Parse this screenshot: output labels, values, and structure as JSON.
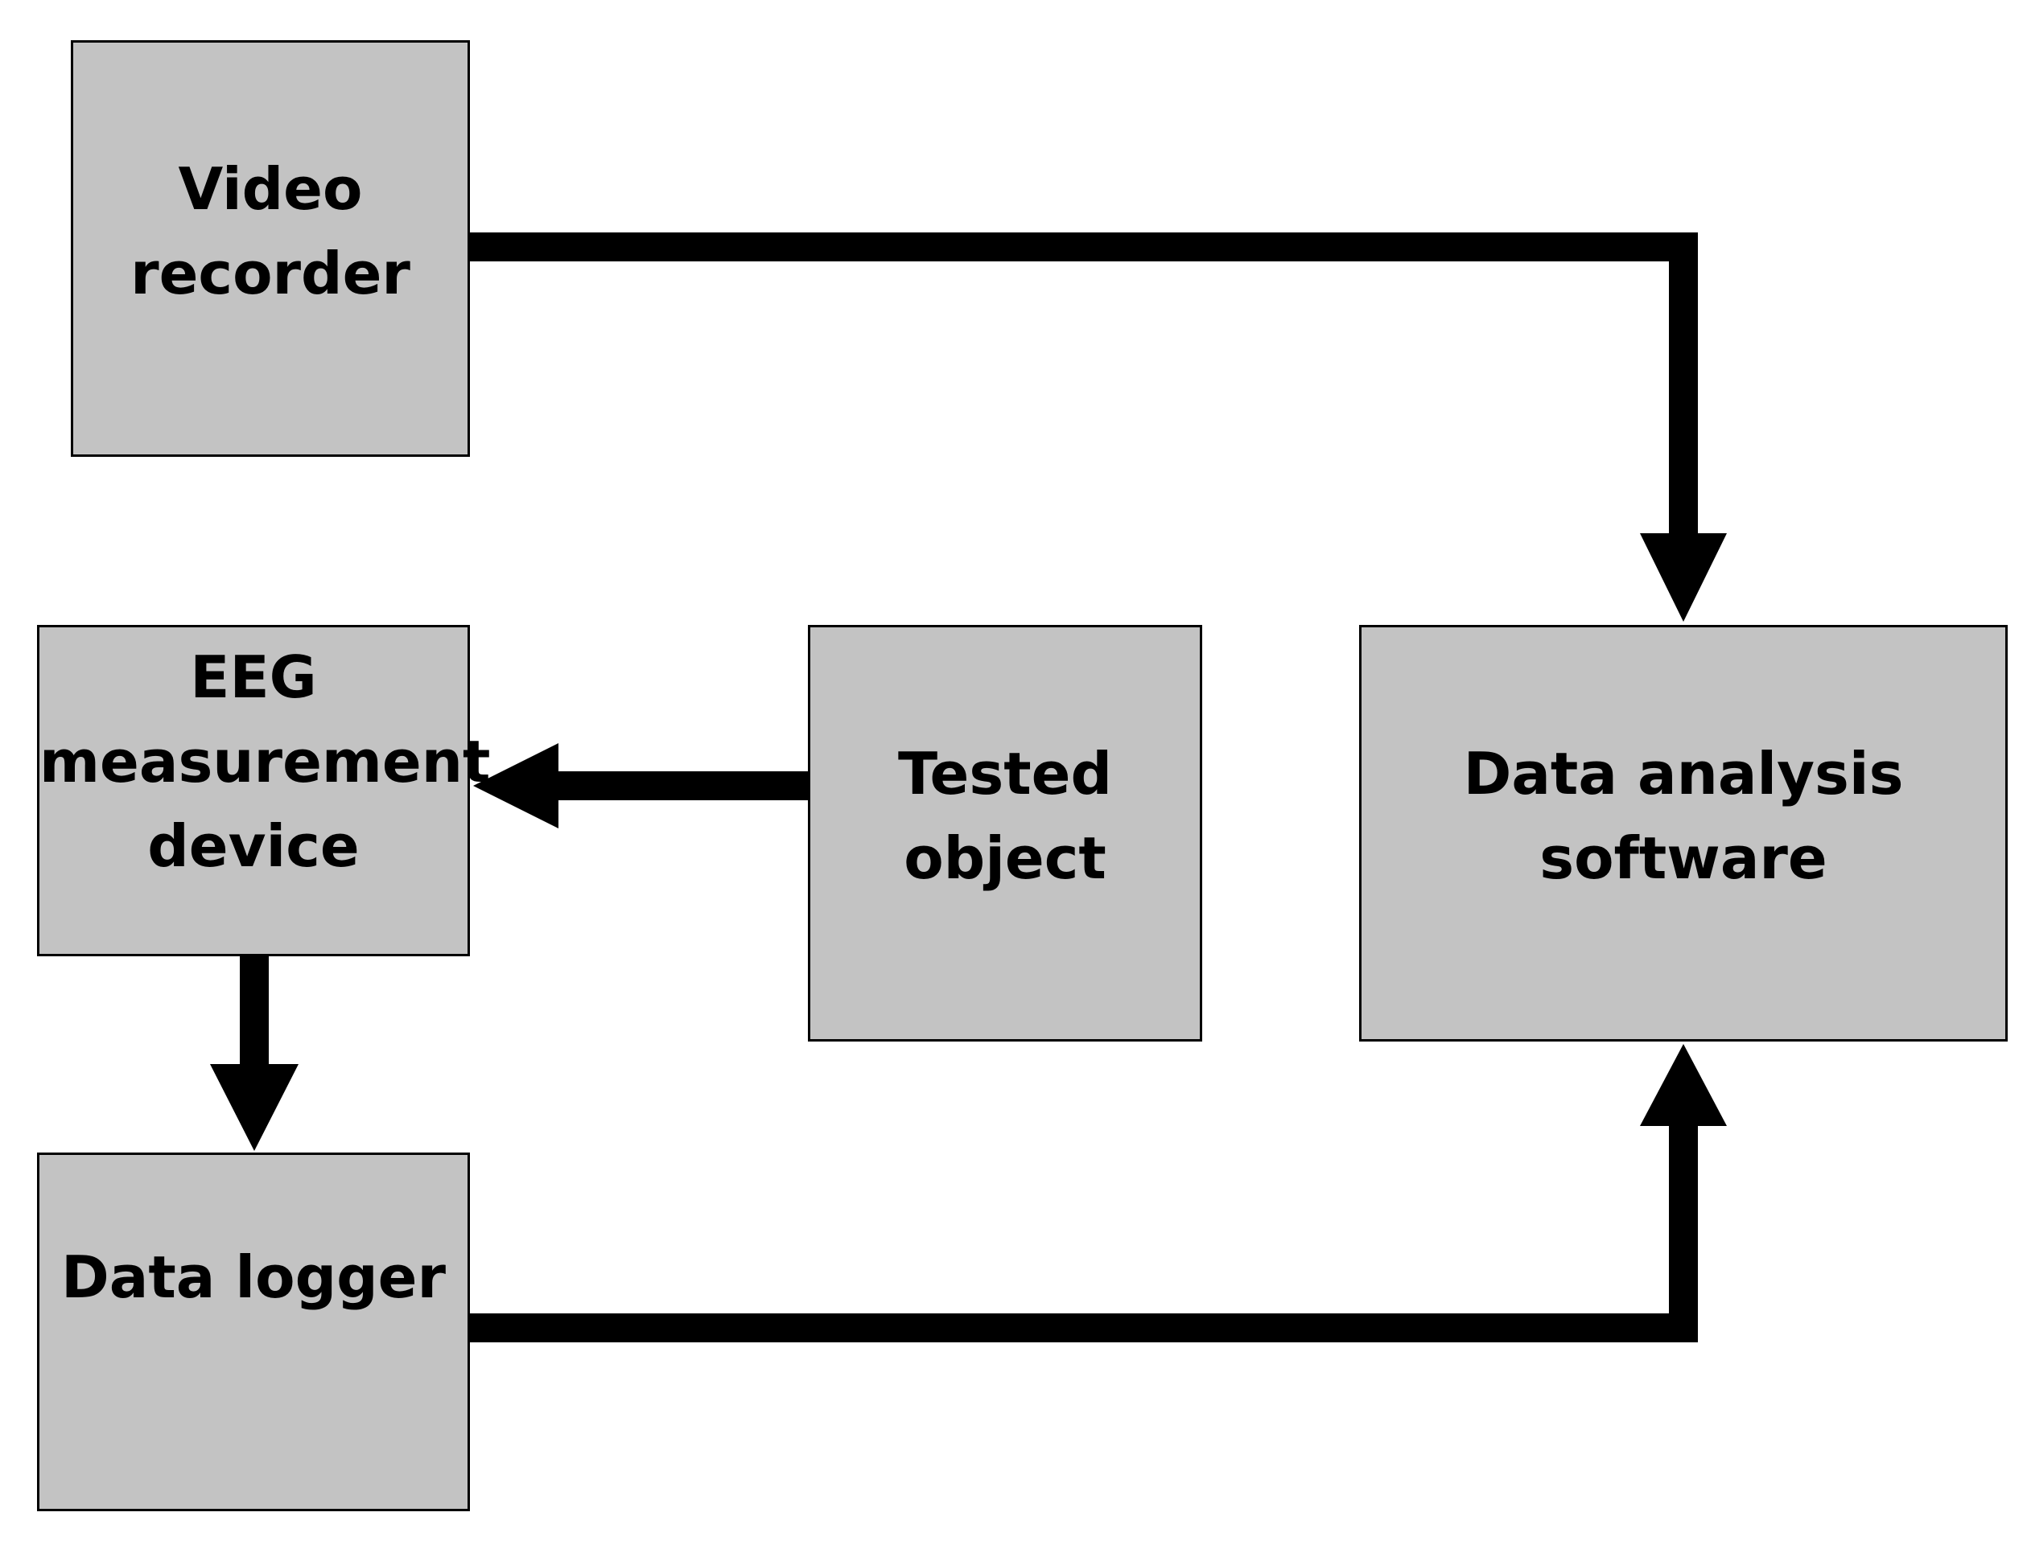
{
  "blocks": {
    "video_recorder": [
      "Video",
      "recorder"
    ],
    "eeg_device": [
      "EEG",
      "measurement",
      "device"
    ],
    "tested_object": [
      "Tested",
      "object"
    ],
    "analysis_software": [
      "Data analysis",
      "software"
    ],
    "data_logger": [
      "Data logger"
    ]
  },
  "colors": {
    "block_fill": "#c3c3c3",
    "border": "#000000",
    "arrow": "#000000",
    "background": "#ffffff"
  }
}
